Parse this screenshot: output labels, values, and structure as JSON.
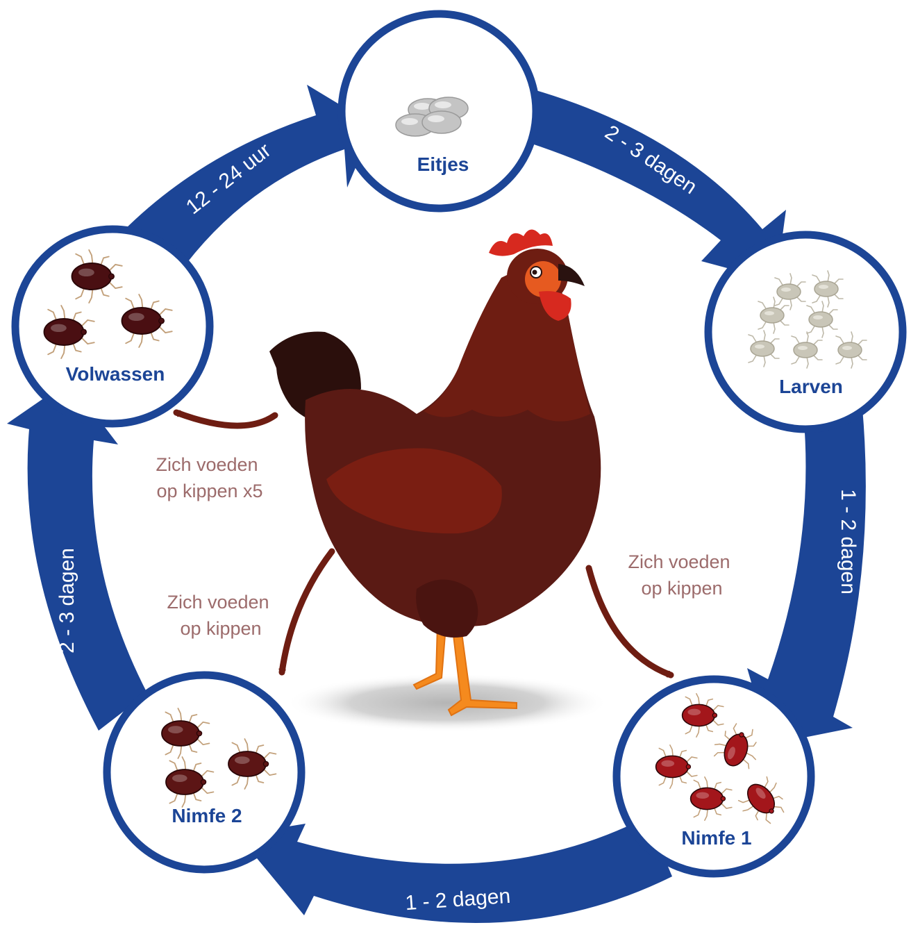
{
  "colors": {
    "cycle_blue": "#1c4596",
    "feed_arrow": "#6e1d12",
    "feed_text": "#9c6b6b",
    "egg": "#c4c4c4",
    "larva": "#c9c6b8",
    "nymph1": "#a3161b",
    "nymph2": "#5c1515",
    "adult": "#4a0f12",
    "hen_body": "#5a1a14",
    "hen_wing": "#7a1e12",
    "hen_comb": "#d7291f",
    "hen_legs": "#f58a1e"
  },
  "stages": [
    {
      "id": "eitjes",
      "label": "Eitjes",
      "icon": "eggs-icon"
    },
    {
      "id": "larven",
      "label": "Larven",
      "icon": "larvae-icon"
    },
    {
      "id": "nimfe1",
      "label": "Nimfe 1",
      "icon": "nymph1-mites-icon"
    },
    {
      "id": "nimfe2",
      "label": "Nimfe 2",
      "icon": "nymph2-mites-icon"
    },
    {
      "id": "volwassen",
      "label": "Volwassen",
      "icon": "adult-mites-icon"
    }
  ],
  "durations": {
    "eitjes_to_larven": "2 - 3 dagen",
    "larven_to_nimfe1": "1 - 2 dagen",
    "nimfe1_to_nimfe2": "1 - 2 dagen",
    "nimfe2_to_volwassen": "2 - 3 dagen",
    "volwassen_to_eitjes": "12 - 24 uur"
  },
  "feeding": {
    "adult": {
      "line1": "Zich voeden",
      "line2": "op kippen x5"
    },
    "nymph2": {
      "line1": "Zich voeden",
      "line2": "op kippen"
    },
    "nymph1": {
      "line1": "Zich voeden",
      "line2": "op kippen"
    }
  },
  "center_icon": "hen-icon"
}
